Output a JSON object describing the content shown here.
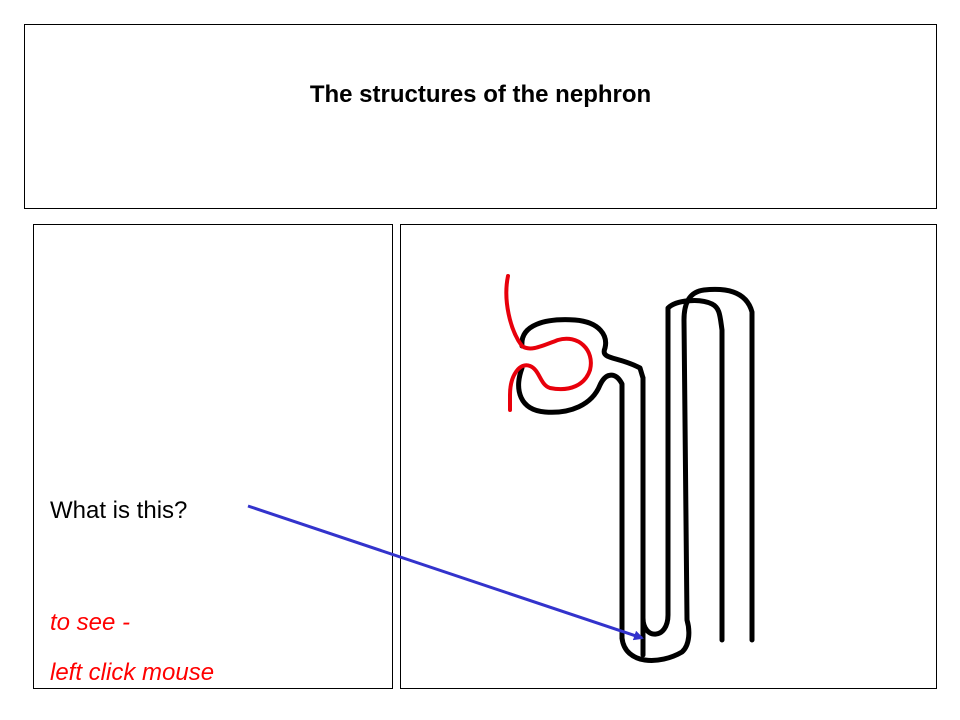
{
  "title": "The structures of the nephron",
  "question": "What is this?",
  "hint_line1": "to see -",
  "hint_line2": "left click mouse",
  "colors": {
    "tubule": "#000000",
    "vessel": "#e8000b",
    "arrow": "#3333cc",
    "hint_text": "#ff0000"
  }
}
